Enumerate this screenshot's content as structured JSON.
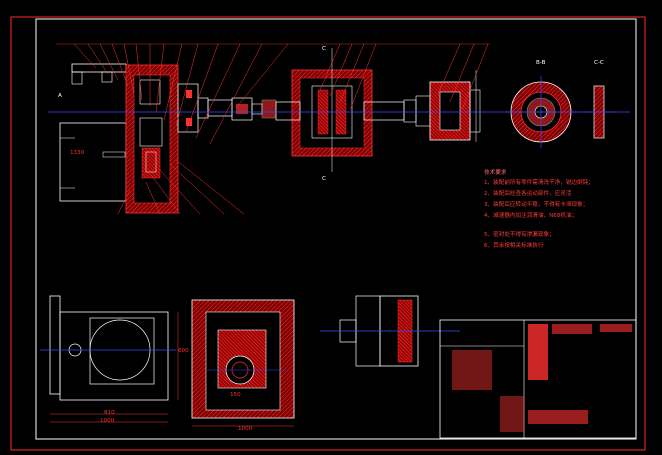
{
  "drawing": {
    "section_labels": {
      "b_b": "B-B",
      "c_c": "C-C",
      "c_top": "C",
      "c_bottom": "C",
      "a_left": "A"
    },
    "technical_requirements": {
      "title": "技术要求",
      "items": [
        "1、装配前所有零件需清洗干净，锐边倒钝；",
        "2、装配后检查各运动部件，应灵活",
        "3、装配后应转动平稳，不得有卡滞现象；",
        "4、减速器内加注润滑油，N68机油；",
        "5、密封处不得有渗漏现象；",
        "6、其余按相关标准执行"
      ]
    },
    "dimensions": {
      "base_width": "810",
      "base_length": "1000",
      "side_height": "600",
      "front_width": "1000",
      "slot_width": "150",
      "motor_height": "1330"
    },
    "colors": {
      "background": "#000000",
      "outline": "#ffffff",
      "part_line": "#ff2a2a",
      "center_line": "#3a4bff",
      "leader": "#ff3030"
    }
  }
}
